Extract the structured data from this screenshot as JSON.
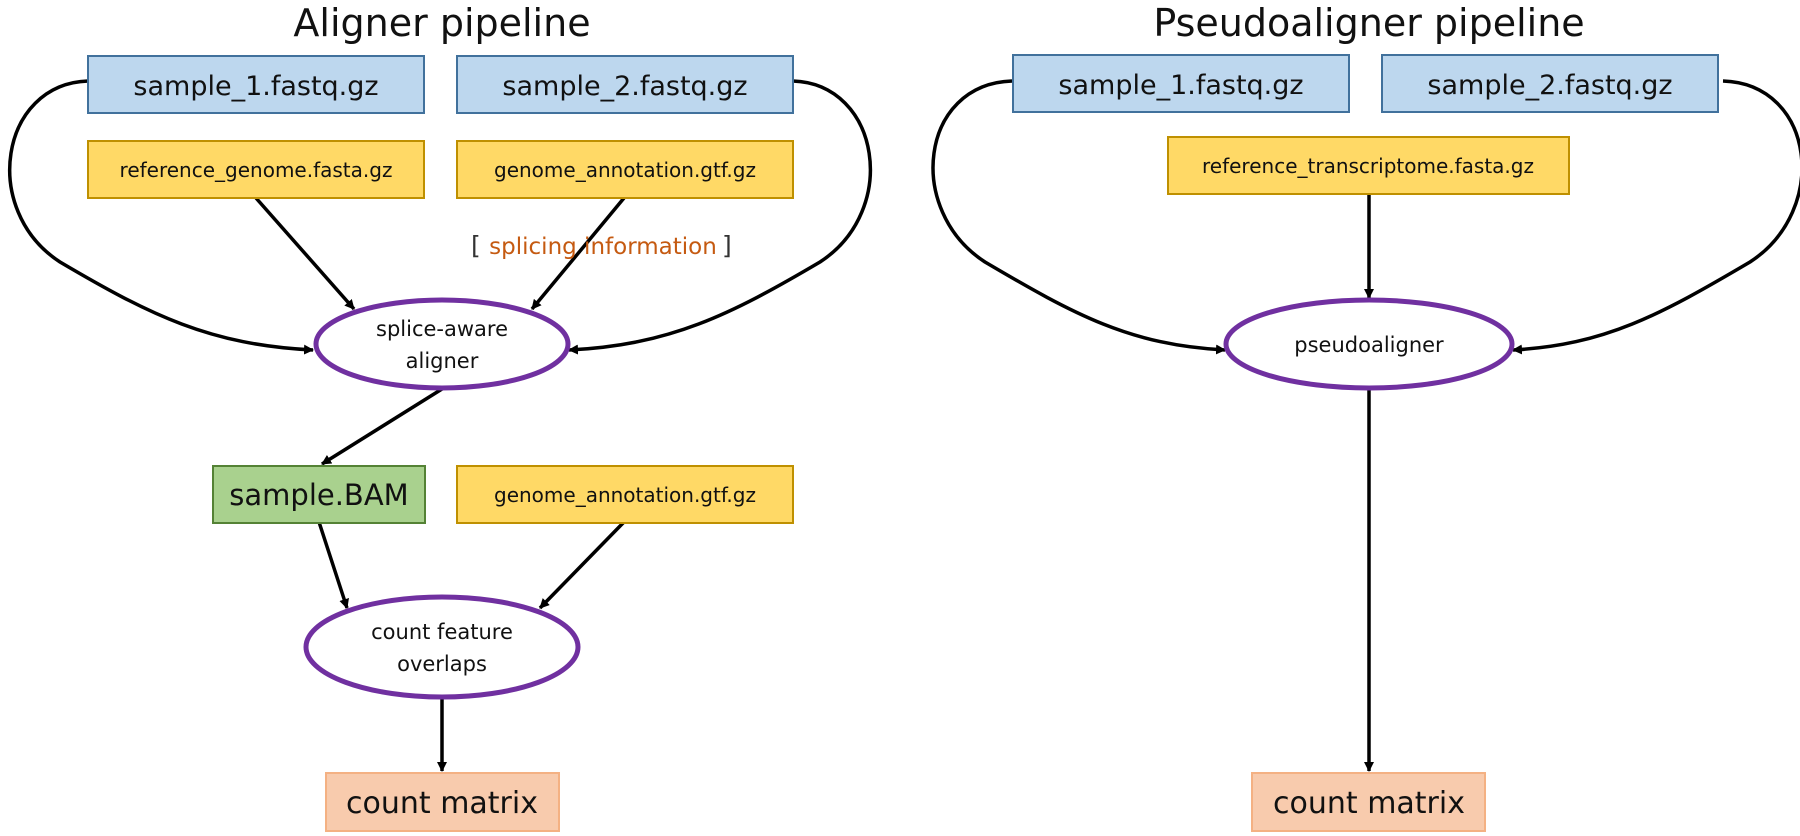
{
  "colors": {
    "fastq_fill": "#bdd7ee",
    "fastq_stroke": "#41719c",
    "ref_fill": "#ffd966",
    "ref_stroke": "#bf9000",
    "bam_fill": "#a9d18e",
    "bam_stroke": "#548235",
    "count_fill": "#f8cbad",
    "count_stroke": "#f4b183",
    "process_stroke": "#7030a0",
    "note_text": "#c55a11"
  },
  "aligner": {
    "title": "Aligner pipeline",
    "sample_1": "sample_1.fastq.gz",
    "sample_2": "sample_2.fastq.gz",
    "reference_genome": "reference_genome.fasta.gz",
    "genome_annotation": "genome_annotation.gtf.gz",
    "splicing_note": "splicing information",
    "aligner_line1": "splice-aware",
    "aligner_line2": "aligner",
    "bam": "sample.BAM",
    "genome_annotation_2": "genome_annotation.gtf.gz",
    "count_line1": "count feature",
    "count_line2": "overlaps",
    "count_matrix": "count matrix"
  },
  "pseudoaligner": {
    "title": "Pseudoaligner pipeline",
    "sample_1": "sample_1.fastq.gz",
    "sample_2": "sample_2.fastq.gz",
    "reference_transcriptome": "reference_transcriptome.fasta.gz",
    "pseudoaligner": "pseudoaligner",
    "count_matrix": "count matrix"
  }
}
